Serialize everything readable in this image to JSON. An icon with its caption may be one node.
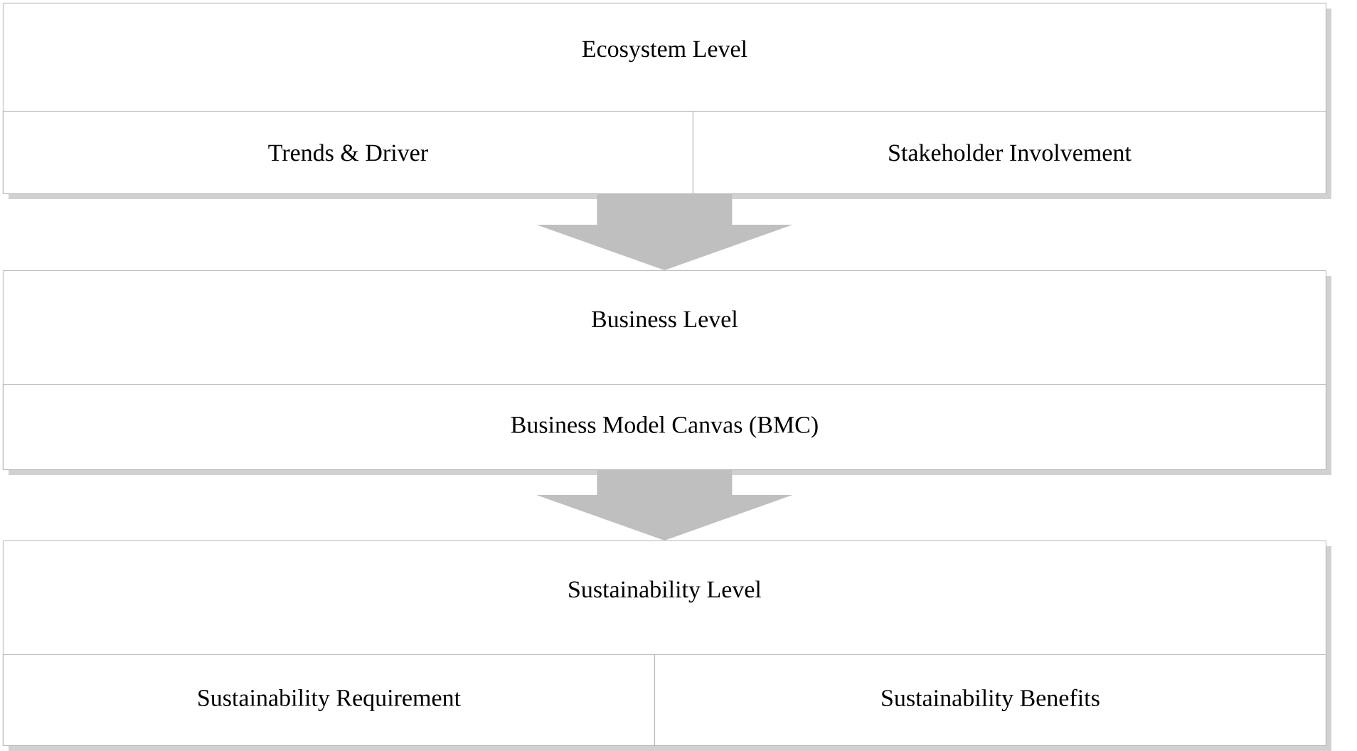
{
  "diagram": {
    "nodes": [
      {
        "text": [
          "Ecosystem Level"
        ]
      },
      {
        "text": [
          "Trends & Driver"
        ],
        "in": 0
      },
      {
        "text": [
          "Stakeholder Involvement"
        ],
        "in": 0
      },
      {
        "text": [
          "Business Level"
        ]
      },
      {
        "text": [
          "Business Model Canvas (BMC)"
        ],
        "in": 3
      },
      {
        "text": [
          "Sustainability Level"
        ]
      },
      {
        "text": [
          "Sustainability Requirement"
        ],
        "in": 5
      },
      {
        "text": [
          "Sustainability Benefits"
        ],
        "in": 5
      }
    ],
    "edges": [
      {
        "from": 0,
        "to": 3,
        "arrow": "to"
      },
      {
        "from": 3,
        "to": 5,
        "arrow": "to"
      }
    ]
  }
}
